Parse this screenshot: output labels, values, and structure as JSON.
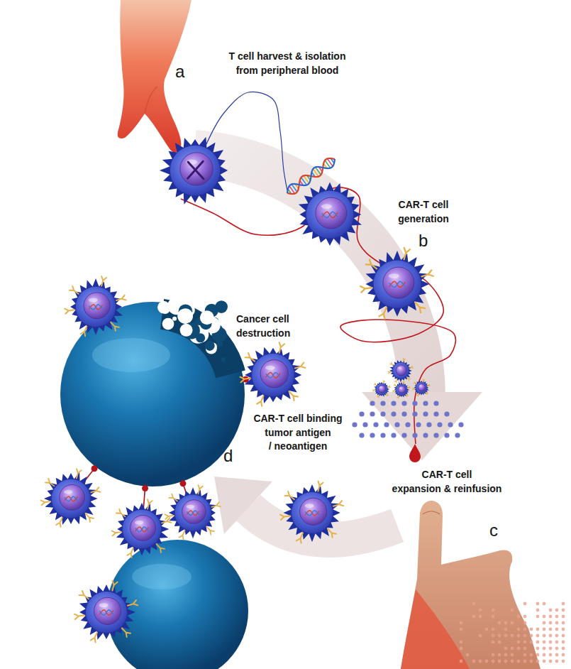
{
  "diagram": {
    "labels": [
      "a",
      "T cell harvest & isolation from peripheral blood",
      "CAR-T cell generation",
      "b",
      "CAR-T cell expansion & reinfusion",
      "c",
      "Cancer cell destruction",
      "CAR-T cell binding tumor antigen / neoantigen",
      "d"
    ]
  }
}
